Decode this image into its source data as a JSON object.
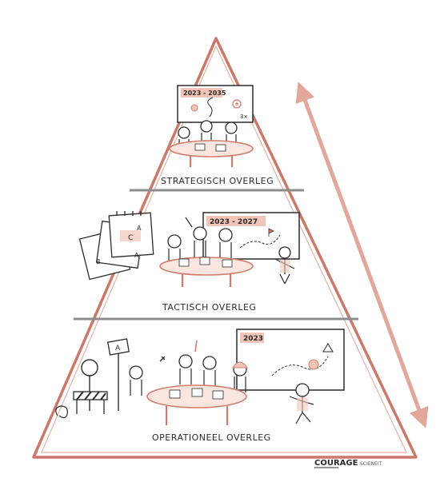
{
  "diagram": {
    "tiers": [
      {
        "label": "STRATEGISCH OVERLEG",
        "board_years": "2023 - 2035"
      },
      {
        "label": "TACTISCH OVERLEG",
        "board_years": "2023 - 2027"
      },
      {
        "label": "OPERATIONEEL OVERLEG",
        "board_years": "2023"
      }
    ],
    "board_badge": "3x",
    "calendar_letters": [
      "A",
      "C",
      "B",
      "A"
    ],
    "sign_letter": "A"
  },
  "credit": {
    "brand": "COURAGE",
    "tagline": "SCIENEIT"
  },
  "colors": {
    "triangle": "#cc7868",
    "arrow": "#e3a69a",
    "divider": "#8d8d8d",
    "accent": "#d27d6c",
    "accent_fill": "#f2c5b8",
    "ink": "#2b2b2b"
  }
}
